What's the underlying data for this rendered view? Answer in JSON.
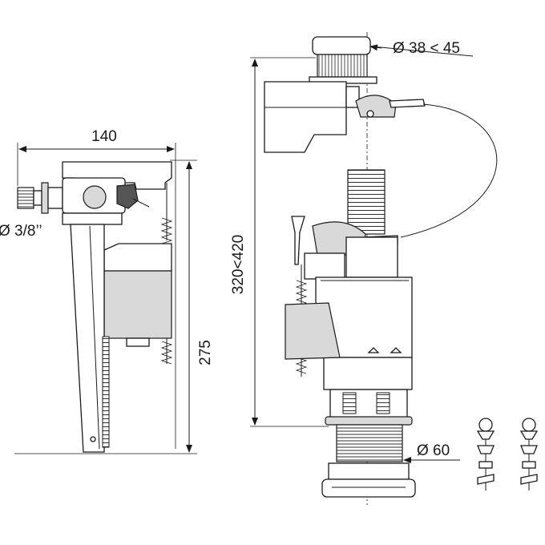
{
  "dimensions": {
    "width_fill_valve": "140",
    "height_fill_valve": "275",
    "inlet_diameter": "Ø 3/8’’",
    "flush_height_range": "320<420",
    "button_diameter": "Ø 38 < 45",
    "outlet_diameter": "Ø 60"
  },
  "colors": {
    "line": "#1a1a1a",
    "fill_light": "#d9d9d9",
    "fill_dark": "#555555"
  }
}
